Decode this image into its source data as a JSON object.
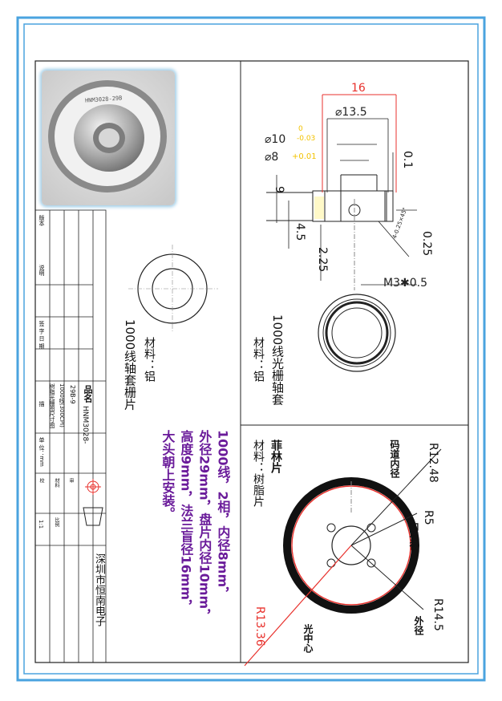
{
  "photo": {
    "engraving": "HNM3028-29B"
  },
  "left_panel": {
    "disc_name": "1000线轴套栅片",
    "disc_material": "材料：铝"
  },
  "right_panel": {
    "sleeve_name": "1000线光栅轴套",
    "sleeve_material": "材料：铝",
    "dims": {
      "d16": "16",
      "d13_5": "⌀13.5",
      "d10": "⌀10",
      "d10_tol_up": "0",
      "d10_tol_dn": "-0.03",
      "d8": "⌀8",
      "d8_tol": "+0.01",
      "d0_1": "0.1",
      "d9": "9",
      "d4_5": "4.5",
      "d2_25": "2.25",
      "d0_25": "0.25",
      "chamfer": "4-0.25×45°",
      "thread": "M3✱0.5"
    }
  },
  "bottom_right": {
    "part_name": "菲林片",
    "material": "材料：树脂片",
    "r12_48": "R12.48",
    "r12_48_note": "码道内径",
    "r5": "R5",
    "r5_note": "内孔径",
    "r14_5": "R14.5",
    "r14_5_note": "外径",
    "r13_36": "R13.36",
    "r13_36_note": "光中心"
  },
  "notes": {
    "line1": "1000线，2相，内径8mm，",
    "line2": "外径29mm，盘片内径10mm，",
    "line3": "高度9mm，法兰盲径16mm，",
    "line4": "大头朝上安装。"
  },
  "title_block": {
    "h_name": "品名",
    "name_value": "HNM3028-",
    "name_value2": "29B-9",
    "desc1": "1000线(300CPI)",
    "desc2": "树脂光栅图尺寸图",
    "unit": "单  位：mm",
    "scale": "1:1",
    "company": "深圳市恒南电子",
    "lbl_a": "版本",
    "lbl_b": "说明",
    "lbl_c": "签 字 日 期",
    "lbl_d": "描",
    "lbl_e": "材料",
    "lbl_f": "审",
    "lbl_g": "校",
    "lbl_h": "比例"
  },
  "colors": {
    "dim_red": "#e8312c",
    "note_purple": "#6a1b9a",
    "frame_blue": "#4aa3df",
    "tol_yellow": "#f2c200"
  }
}
